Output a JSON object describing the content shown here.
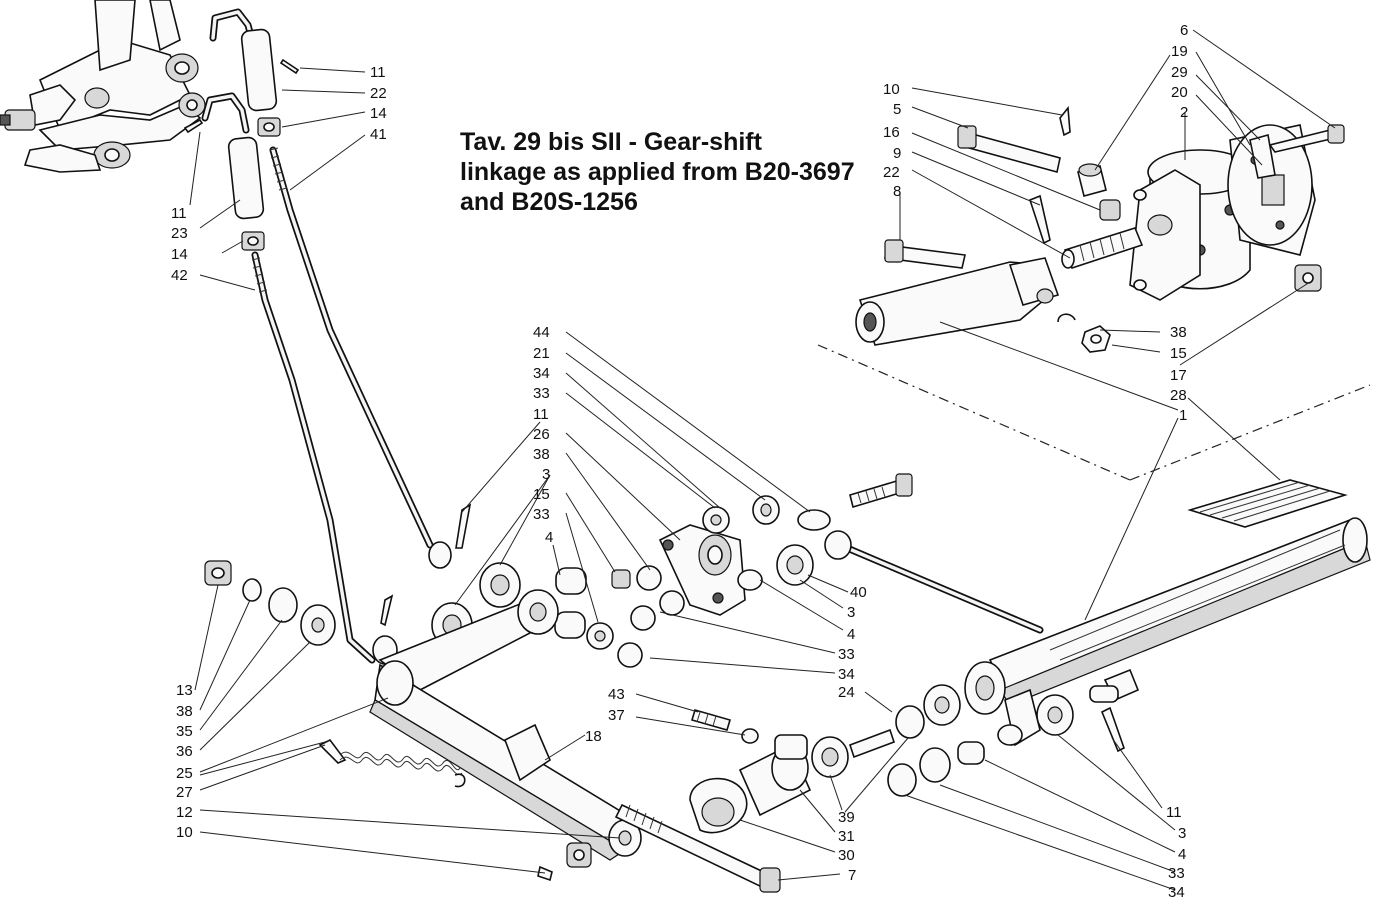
{
  "title_lines": [
    "Tav. 29 bis SII  - Gear-shift",
    "linkage as applied from B20-3697",
    "and B20S-1256"
  ],
  "callouts": {
    "top_left": [
      "11",
      "22",
      "14",
      "41",
      "11",
      "23",
      "14",
      "42"
    ],
    "top_right_col": [
      "6",
      "19",
      "29",
      "20",
      "2"
    ],
    "top_mid_col": [
      "10",
      "5",
      "16",
      "9",
      "22",
      "8"
    ],
    "mid_right": [
      "38",
      "15",
      "17",
      "28",
      "1"
    ],
    "center_col": [
      "44",
      "21",
      "34",
      "33",
      "11",
      "26",
      "38",
      "3",
      "15",
      "33",
      "4"
    ],
    "center_right": [
      "40",
      "3",
      "4",
      "33",
      "34"
    ],
    "left_col": [
      "13",
      "38",
      "35",
      "36",
      "25",
      "27",
      "12",
      "10"
    ],
    "bottom_center": [
      "43",
      "37",
      "24",
      "18"
    ],
    "bottom_mid": [
      "39",
      "31",
      "30",
      "7"
    ],
    "bottom_right": [
      "11",
      "3",
      "4",
      "33",
      "34"
    ]
  }
}
